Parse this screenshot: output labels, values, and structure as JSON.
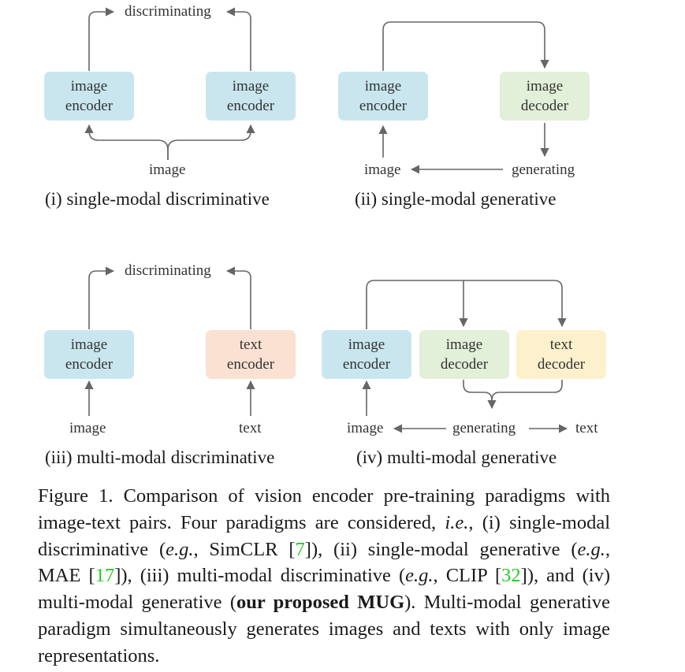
{
  "panels": {
    "p1": {
      "top_label": "discriminating",
      "box_left": [
        "image",
        "encoder"
      ],
      "box_right": [
        "image",
        "encoder"
      ],
      "input": "image",
      "subtitle": "(i) single-modal discriminative"
    },
    "p2": {
      "encoder": [
        "image",
        "encoder"
      ],
      "decoder": [
        "image",
        "decoder"
      ],
      "input": "image",
      "output": "generating",
      "subtitle": "(ii) single-modal generative"
    },
    "p3": {
      "top_label": "discriminating",
      "img_encoder": [
        "image",
        "encoder"
      ],
      "txt_encoder": [
        "text",
        "encoder"
      ],
      "input_left": "image",
      "input_right": "text",
      "subtitle": "(iii) multi-modal discriminative"
    },
    "p4": {
      "encoder": [
        "image",
        "encoder"
      ],
      "img_decoder": [
        "image",
        "decoder"
      ],
      "txt_decoder": [
        "text",
        "decoder"
      ],
      "input": "image",
      "output": "generating",
      "output_right": "text",
      "subtitle": "(iv) multi-modal generative"
    }
  },
  "caption": {
    "fig_label": "Figure 1.",
    "t1": "Comparison of vision encoder pre-training paradigms with image-text pairs. Four paradigms are considered, ",
    "ie": "i.e.",
    "t2": ", (i) single-modal discriminative (",
    "eg1": "e.g.",
    "t3": ", SimCLR [",
    "c1": "7",
    "t4": "]), (ii) single-modal generative (",
    "eg2": "e.g.",
    "t5": ", MAE [",
    "c2": "17",
    "t6": "]), (iii) multi-modal discriminative (",
    "eg3": "e.g.",
    "t7": ", CLIP [",
    "c3": "32",
    "t8": "]), and (iv) multi-modal generative (",
    "bold": "our proposed MUG",
    "t9": "). Multi-modal generative paradigm simultaneously generates images and texts with only image representations."
  },
  "colors": {
    "encoder": "#c9e6ef",
    "image_decoder": "#e2efd9",
    "text_encoder": "#fae1d2",
    "text_decoder": "#fdf0cd",
    "arrow": "#666666",
    "citation": "#22cc22"
  }
}
